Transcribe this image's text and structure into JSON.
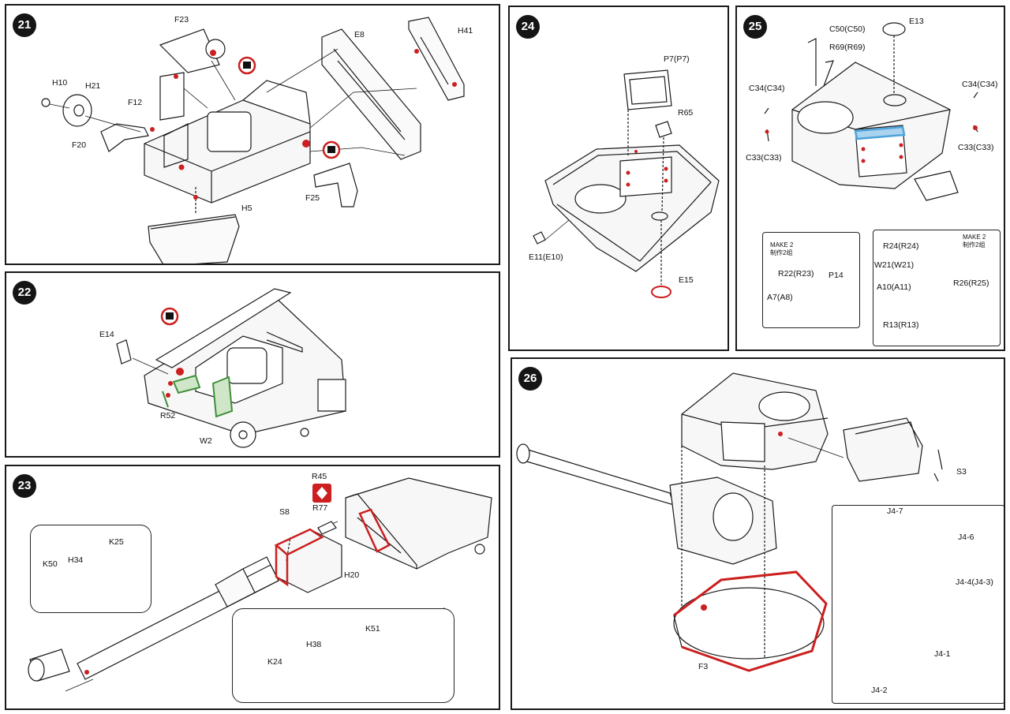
{
  "colors": {
    "accent_red": "#cc1f1f",
    "glue_green": "#3f8f3a",
    "tint_blue": "#4da3d9",
    "line": "#1a1a1a"
  },
  "steps": {
    "s21": {
      "number": "21",
      "labels": {
        "f23": "F23",
        "e8": "E8",
        "h41": "H41",
        "h10": "H10",
        "h21": "H21",
        "f12": "F12",
        "f20": "F20",
        "f25": "F25",
        "h5": "H5"
      }
    },
    "s22": {
      "number": "22",
      "labels": {
        "e14": "E14",
        "r52": "R52",
        "w2": "W2"
      }
    },
    "s23": {
      "number": "23",
      "labels": {
        "r45": "R45",
        "r77": "R77",
        "s8": "S8",
        "h20": "H20",
        "k50": "K50",
        "h34": "H34",
        "k25": "K25",
        "k24": "K24",
        "h38": "H38",
        "k51": "K51"
      }
    },
    "s24": {
      "number": "24",
      "labels": {
        "p7": "P7(P7)",
        "r65": "R65",
        "e11": "E11(E10)",
        "e15": "E15"
      }
    },
    "s25": {
      "number": "25",
      "labels": {
        "c50": "C50(C50)",
        "e13": "E13",
        "r69": "R69(R69)",
        "c34a": "C34(C34)",
        "c34b": "C34(C34)",
        "c33a": "C33(C33)",
        "c33b": "C33(C33)",
        "make2a_en": "MAKE 2",
        "make2a_cn": "制作2组",
        "r22": "R22(R23)",
        "p14": "P14",
        "a7": "A7(A8)",
        "make2b_en": "MAKE 2",
        "make2b_cn": "制作2组",
        "r24": "R24(R24)",
        "w21": "W21(W21)",
        "a10": "A10(A11)",
        "r26": "R26(R25)",
        "r13": "R13(R13)"
      }
    },
    "s26": {
      "number": "26",
      "labels": {
        "s3": "S3",
        "f3": "F3",
        "j47": "J4-7",
        "j46": "J4-6",
        "j44": "J4-4(J4-3)",
        "j41": "J4-1",
        "j42": "J4-2"
      }
    }
  }
}
